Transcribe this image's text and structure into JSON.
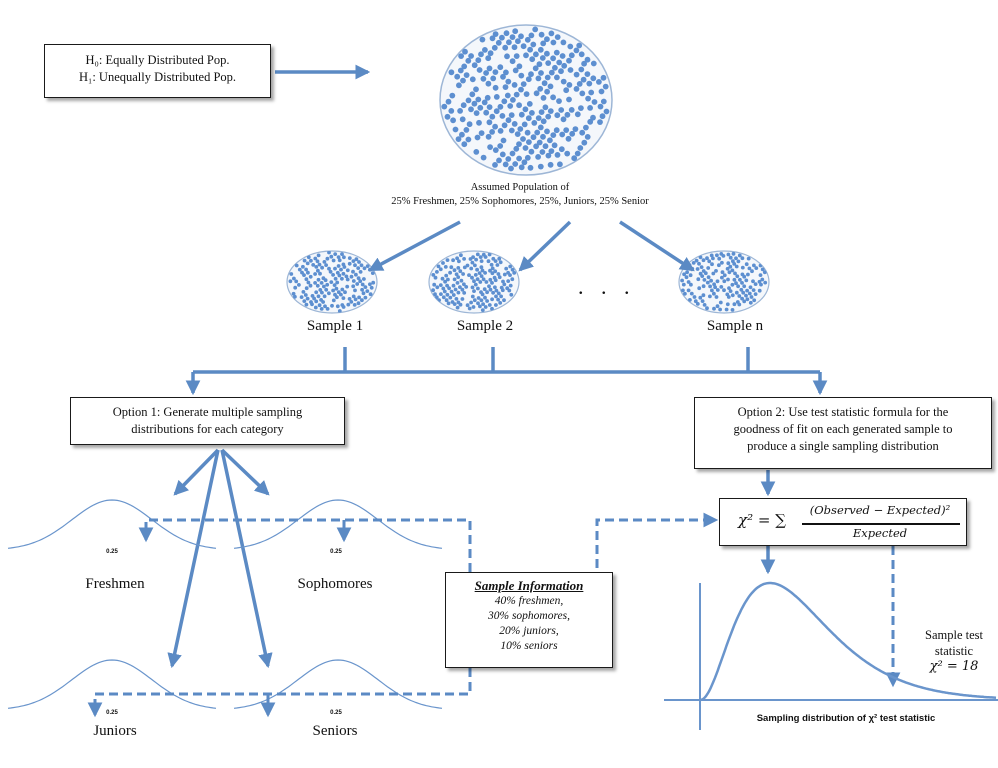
{
  "hypotheses": {
    "h0": "H₀: Equally Distributed Pop.",
    "h1": "H₁: Unequally Distributed Pop."
  },
  "population": {
    "line1": "Assumed Population of",
    "line2": "25% Freshmen, 25% Sophomores, 25%, Juniors, 25% Senior"
  },
  "samples": {
    "s1": "Sample 1",
    "s2": "Sample 2",
    "ellipsis": ". . .",
    "sn": "Sample n"
  },
  "option1": {
    "line1": "Option 1: Generate multiple sampling",
    "line2": "distributions for each category"
  },
  "option2": {
    "line1": "Option 2: Use test statistic formula for the",
    "line2": "goodness of fit on each generated sample to",
    "line3": "produce a single sampling distribution"
  },
  "curves": {
    "tick": "0.25",
    "freshmen": "Freshmen",
    "sophomores": "Sophomores",
    "juniors": "Juniors",
    "seniors": "Seniors"
  },
  "sample_info": {
    "title": "Sample Information",
    "lines": [
      "40% freshmen,",
      "30% sophomores,",
      "20% juniors,",
      "10% seniors"
    ]
  },
  "formula": {
    "lhs": "χ² = ∑",
    "numerator": "(Observed − Expected)²",
    "denominator": "Expected"
  },
  "test_stat": {
    "line1": "Sample test",
    "line2": "statistic",
    "line3": "χ² = 18"
  },
  "chi_caption": "Sampling distribution of χ² test statistic",
  "colors": {
    "arrow": "#5b8ac4",
    "curve": "#6a95cc",
    "dot": "#5d8fd0",
    "ellipse_fill": "#f4f7fb",
    "ellipse_stroke": "#9db6d6"
  }
}
